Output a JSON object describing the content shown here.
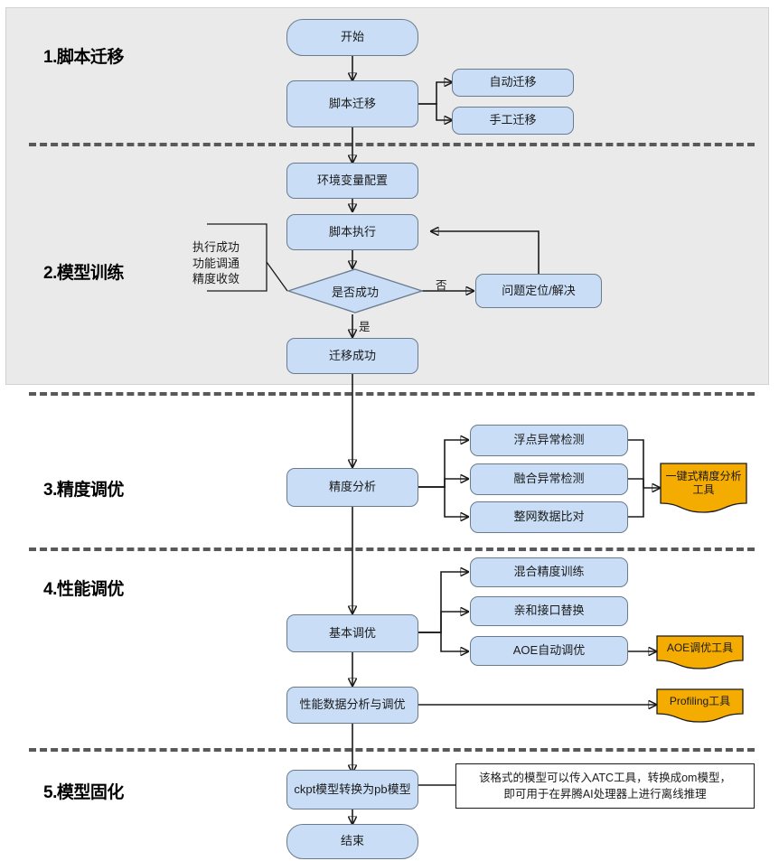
{
  "diagram": {
    "title_visible": false,
    "colors": {
      "node_fill": "#c9def6",
      "node_stroke": "#6b7b8d",
      "tool_fill": "#f5ac00",
      "tool_stroke": "#1a1a1a",
      "panel_bg": "#eaeaea",
      "separator": "#595959",
      "text": "#1a1a1a"
    }
  },
  "sections": [
    {
      "id": "s1",
      "label": "1.脚本迁移"
    },
    {
      "id": "s2",
      "label": "2.模型训练"
    },
    {
      "id": "s3",
      "label": "3.精度调优"
    },
    {
      "id": "s4",
      "label": "4.性能调优"
    },
    {
      "id": "s5",
      "label": "5.模型固化"
    }
  ],
  "nodes": {
    "start": "开始",
    "script_migration": "脚本迁移",
    "auto_migration": "自动迁移",
    "manual_migration": "手工迁移",
    "env_config": "环境变量配置",
    "script_exec": "脚本执行",
    "decision_success": "是否成功",
    "problem_locate": "问题定位/解决",
    "migration_success": "迁移成功",
    "precision_analysis": "精度分析",
    "float_anomaly": "浮点异常检测",
    "fusion_anomaly": "融合异常检测",
    "whole_net_compare": "整网数据比对",
    "basic_tuning": "基本调优",
    "mixed_precision": "混合精度训练",
    "affinity_api": "亲和接口替换",
    "aoe_auto_tuning": "AOE自动调优",
    "perf_analysis": "性能数据分析与调优",
    "ckpt_to_pb": "ckpt模型转换为pb模型",
    "end": "结束"
  },
  "tools": {
    "precision_tool": "一键式精度分析\n工具",
    "aoe_tool": "AOE调优工具",
    "profiling_tool": "Profiling工具"
  },
  "annotations": {
    "success_criteria": "执行成功\n功能调通\n精度收敛",
    "ckpt_note": "该格式的模型可以传入ATC工具，转换成om模型，\n即可用于在昇腾AI处理器上进行离线推理"
  },
  "edge_labels": {
    "no": "否",
    "yes": "是"
  }
}
